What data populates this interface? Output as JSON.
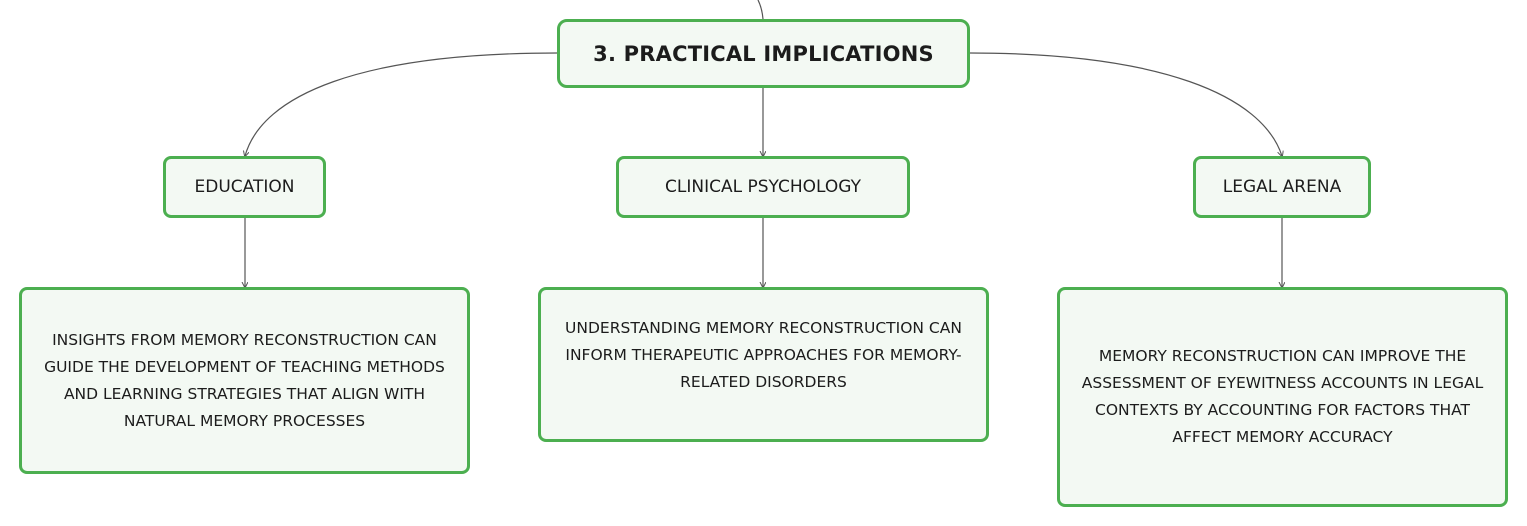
{
  "root": {
    "title": "3. PRACTICAL IMPLICATIONS"
  },
  "branches": [
    {
      "label": "EDUCATION",
      "detail": "INSIGHTS FROM MEMORY RECONSTRUCTION CAN GUIDE THE DEVELOPMENT OF TEACHING METHODS AND LEARNING STRATEGIES THAT ALIGN WITH NATURAL MEMORY PROCESSES"
    },
    {
      "label": "CLINICAL PSYCHOLOGY",
      "detail": "UNDERSTANDING MEMORY RECONSTRUCTION CAN INFORM THERAPEUTIC APPROACHES FOR MEMORY-RELATED DISORDERS"
    },
    {
      "label": "LEGAL ARENA",
      "detail": "MEMORY RECONSTRUCTION CAN IMPROVE THE ASSESSMENT OF EYEWITNESS ACCOUNTS IN LEGAL CONTEXTS BY ACCOUNTING FOR FACTORS THAT AFFECT MEMORY ACCURACY"
    }
  ],
  "colors": {
    "node_border": "#4caf50",
    "node_fill": "#f3f9f3",
    "connector": "#555555",
    "text": "#1c1c1c"
  }
}
